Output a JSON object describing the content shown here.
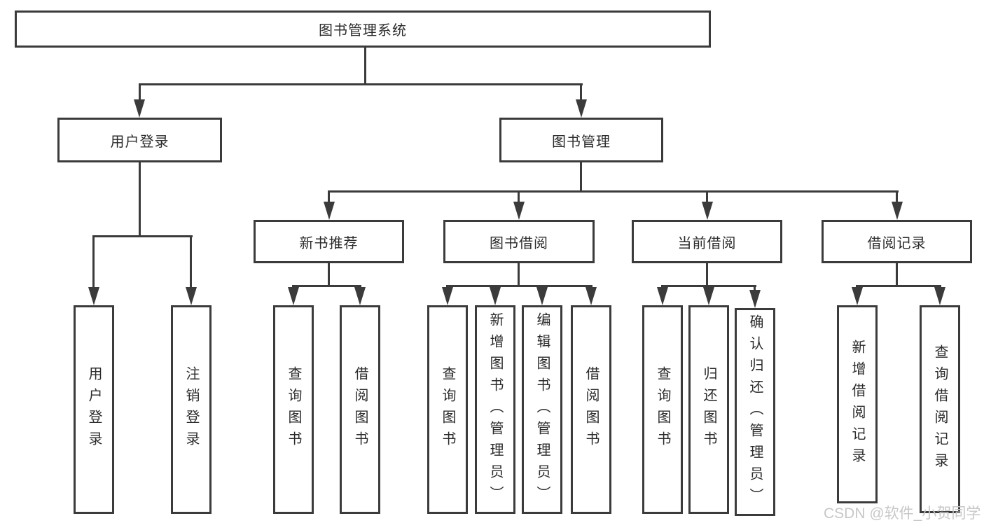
{
  "diagram": {
    "root": {
      "label": "图书管理系统"
    },
    "level2": [
      {
        "id": "user-login",
        "label": "用户登录",
        "children": [
          {
            "label": "用户登录"
          },
          {
            "label": "注销登录"
          }
        ]
      },
      {
        "id": "book-management",
        "label": "图书管理",
        "sections": [
          {
            "id": "new-book-recommend",
            "label": "新书推荐",
            "children": [
              {
                "label": "查询图书"
              },
              {
                "label": "借阅图书"
              }
            ]
          },
          {
            "id": "book-borrowing",
            "label": "图书借阅",
            "children": [
              {
                "label": "查询图书"
              },
              {
                "label": "新增图书（管理员）"
              },
              {
                "label": "编辑图书（管理员）"
              },
              {
                "label": "借阅图书"
              }
            ]
          },
          {
            "id": "current-borrowing",
            "label": "当前借阅",
            "children": [
              {
                "label": "查询图书"
              },
              {
                "label": "归还图书"
              },
              {
                "label": "确认归还（管理员）"
              }
            ]
          },
          {
            "id": "borrowing-records",
            "label": "借阅记录",
            "children": [
              {
                "label": "新增借阅记录"
              },
              {
                "label": "查询借阅记录"
              }
            ]
          }
        ]
      }
    ]
  },
  "watermark": {
    "text": "CSDN @软件_小贺同学"
  },
  "colors": {
    "line": "#3b3b3b",
    "text": "#2b2b2b",
    "background": "#ffffff",
    "watermark": "#c7c7c7"
  }
}
